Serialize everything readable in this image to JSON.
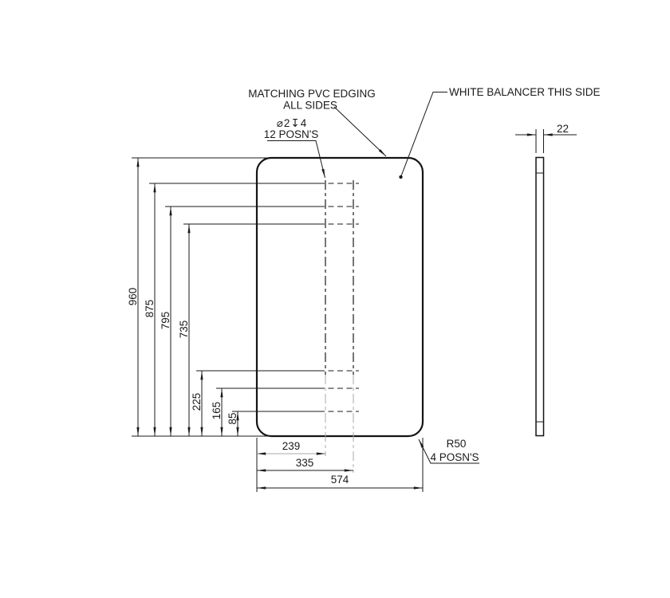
{
  "drawing": {
    "callouts": {
      "edging_line1": "MATCHING PVC EDGING",
      "edging_line2": "ALL SIDES",
      "balancer": "WHITE BALANCER THIS SIDE",
      "hole_spec_line1": "⌀2↧4",
      "hole_spec_line2": "12 POSN'S",
      "radius_line1": "R50",
      "radius_line2": "4 POSN'S"
    },
    "dimensions": {
      "vertical": [
        "960",
        "875",
        "795",
        "735",
        "225",
        "165",
        "85"
      ],
      "horizontal": [
        "239",
        "335",
        "574"
      ],
      "thickness": "22"
    },
    "colors": {
      "line": "#1a1a1a",
      "secondary": "#a8a8a8",
      "background": "#ffffff"
    }
  }
}
